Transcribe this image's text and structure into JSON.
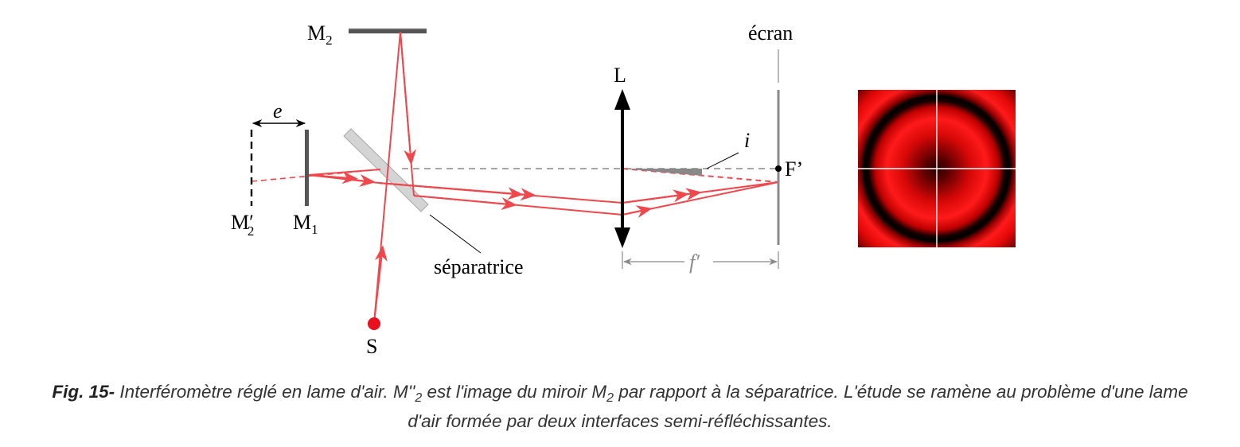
{
  "labels": {
    "m2": "M",
    "m2_sub": "2",
    "m2p": "M",
    "m2p_prime": "′",
    "m2p_sub": "2",
    "m1": "M",
    "m1_sub": "1",
    "e": "e",
    "source": "S",
    "separatrice": "séparatrice",
    "lens": "L",
    "screen": "écran",
    "focal_point": "F’",
    "angle": "i",
    "focal_length": "f",
    "focal_prime": "′"
  },
  "caption": {
    "fig": "Fig. 15-",
    "t1": " Interféromètre réglé en lame d'air. M''",
    "sub1": "2",
    "t2": " est l'image du miroir M",
    "sub2": "2",
    "t3": " par rapport à la séparatrice. L'étude se ramène au problème d'une lame d'air formée par deux interfaces semi-réfléchissantes."
  },
  "colors": {
    "ray": "#f0474c",
    "source": "#e8111d",
    "mirror": "#555555",
    "beamsplitter": "#cfcfcf",
    "dashed": "#888888",
    "fringe_red": "#ff1010"
  }
}
